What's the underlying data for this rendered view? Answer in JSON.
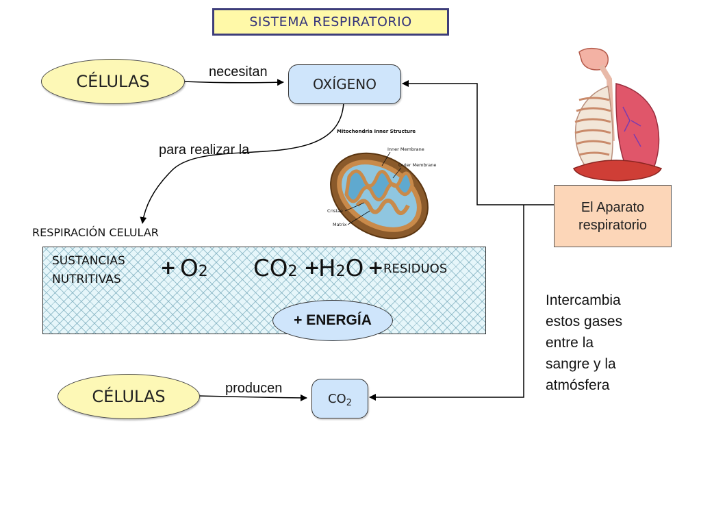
{
  "title": "SISTEMA RESPIRATORIO",
  "top_row": {
    "cells_label": "CÉLULAS",
    "verb": "necesitan",
    "oxygen_label": "OXÍGENO"
  },
  "link_label": "para realizar la",
  "mitochondria": {
    "title": "Mitochondria Inner Structure",
    "inner_membrane": "Inner Membrane",
    "outer_membrane": "Outer Membrane",
    "cristae": "Cristae",
    "matrix": "Matrix"
  },
  "process_label": "RESPIRACIÓN CELULAR",
  "equation": {
    "reactant_line1": "SUSTANCIAS",
    "reactant_line2": "NUTRITIVAS",
    "plus_1": "+",
    "o2_main": "O",
    "o2_sub": "2",
    "co2_main": "CO",
    "co2_sub": "2",
    "plus_2": "+",
    "h2o_h": "H",
    "h2o_sub": "2",
    "h2o_o": "O",
    "plus_3": "+",
    "residues": "RESIDUOS",
    "energy": "+ ENERGÍA"
  },
  "system_box": {
    "line1": "El Aparato",
    "line2": "respiratorio"
  },
  "exchange_text": [
    "Intercambia",
    "estos gases",
    "entre la",
    "sangre y la",
    "atmósfera"
  ],
  "bottom_row": {
    "cells_label": "CÉLULAS",
    "verb": "producen",
    "co2_main": "CO",
    "co2_sub": "2"
  },
  "colors": {
    "title_fill": "#fff9a8",
    "ellipse_fill": "#fdf8b6",
    "box_fill": "#cfe5fb",
    "system_box_fill": "#fcd6b8",
    "equation_fill": "#e6f6fa"
  }
}
